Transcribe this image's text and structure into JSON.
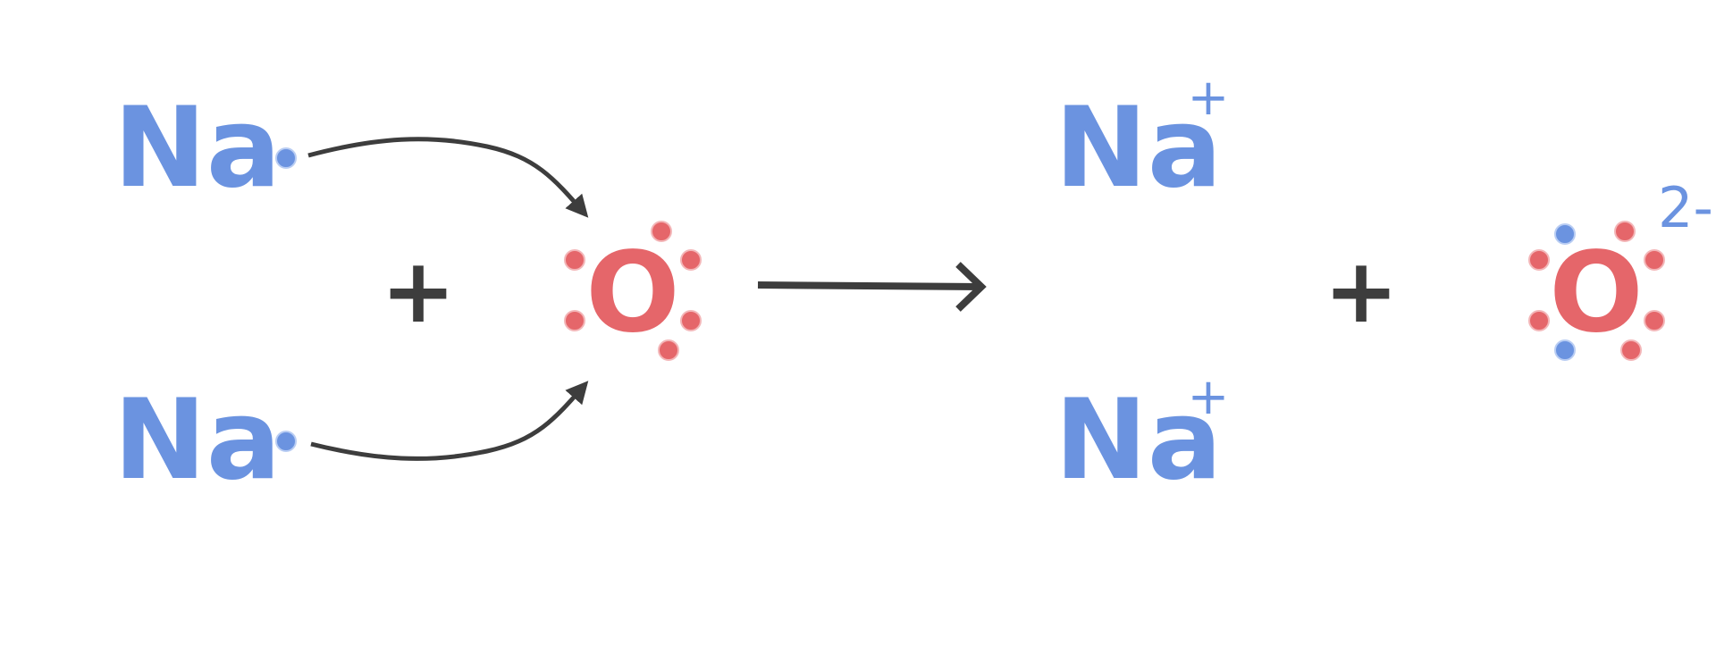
{
  "colors": {
    "sodium": "#6b93e0",
    "oxygen": "#e5666a",
    "arrow": "#3d3d3d",
    "background": "#ffffff"
  },
  "reactants": {
    "sodium_top": {
      "symbol": "Na",
      "valence_electrons": 1
    },
    "plus": "+",
    "oxygen": {
      "symbol": "O",
      "valence_electrons": 6
    },
    "sodium_bottom": {
      "symbol": "Na",
      "valence_electrons": 1
    }
  },
  "reaction_arrow": "reaction-arrow-icon",
  "products": {
    "sodium_ion_top": {
      "symbol": "Na",
      "charge": "+"
    },
    "sodium_ion_bottom": {
      "symbol": "Na",
      "charge": "+"
    },
    "plus": "+",
    "oxide_ion": {
      "symbol": "O",
      "charge": "2-",
      "own_electrons": 6,
      "transferred_electrons": 2
    }
  }
}
